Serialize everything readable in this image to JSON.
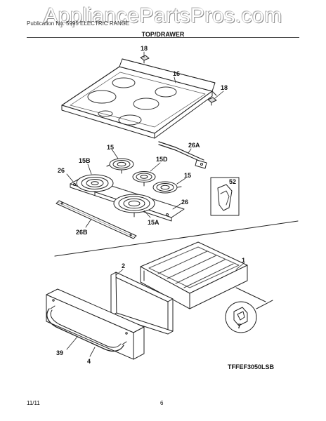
{
  "watermark": "AppliancePartsPros.com",
  "header_note": "Publication No. 5995  ELECTRIC RANGE",
  "section_title": "TOP/DRAWER",
  "callouts": {
    "c18a": "18",
    "c18b": "18",
    "c16": "16",
    "c26a": "26A",
    "c15": "15",
    "c15b": "15B",
    "c15d": "15D",
    "c26_left": "26",
    "c15_right": "15",
    "c52": "52",
    "c26_right": "26",
    "c15a": "15A",
    "c26b": "26B",
    "c2": "2",
    "c1": "1",
    "c7": "7",
    "c39": "39",
    "c4": "4"
  },
  "model_number": "TFFEF3050LSB",
  "footer": {
    "date": "11/11",
    "page": "6"
  }
}
